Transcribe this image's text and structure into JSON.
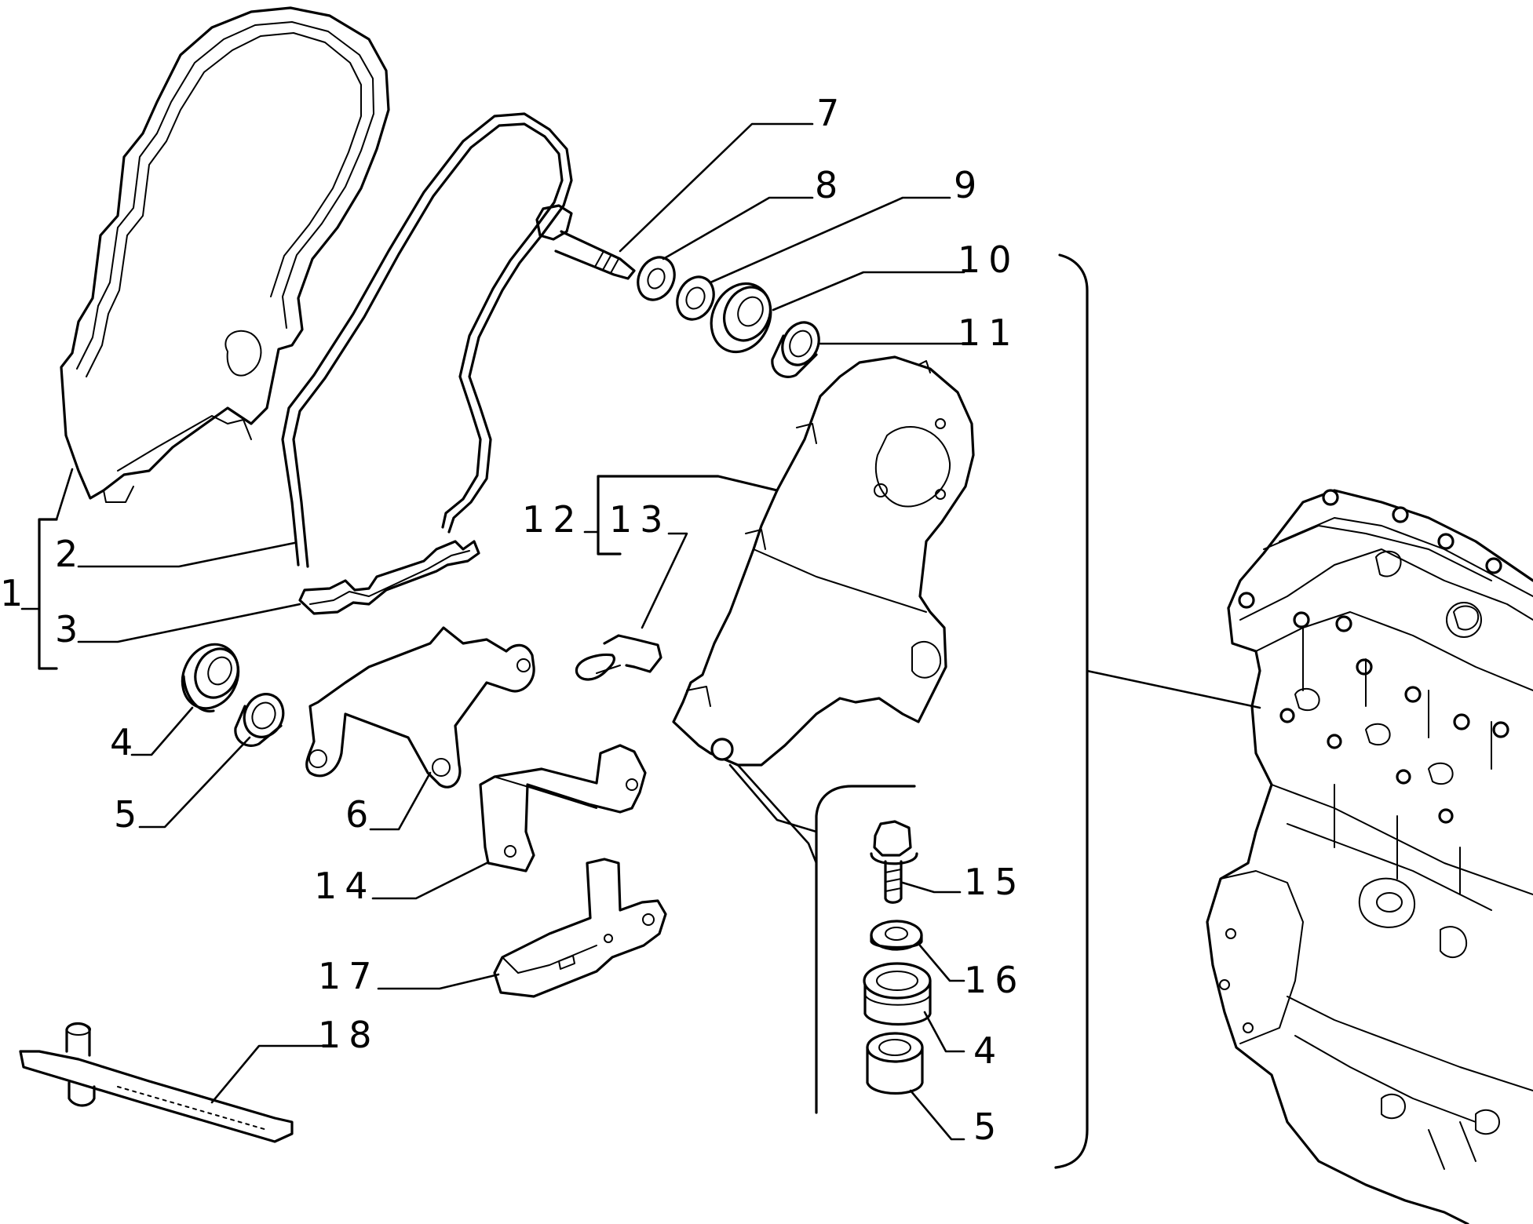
{
  "figure": {
    "callouts": [
      "1",
      "2",
      "3",
      "4",
      "5",
      "6",
      "7",
      "8",
      "9",
      "10",
      "11",
      "12",
      "13",
      "14",
      "15",
      "16",
      "4",
      "5",
      "17",
      "18"
    ],
    "colors": {
      "ink": "#000000",
      "paper": "#ffffff"
    }
  }
}
